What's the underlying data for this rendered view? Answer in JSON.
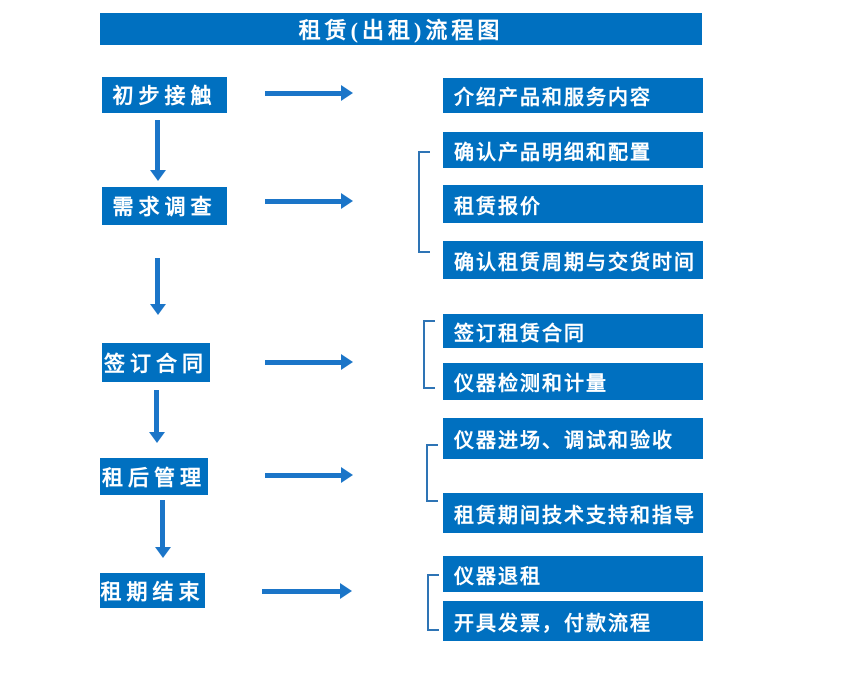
{
  "title": "租赁(出租)流程图",
  "colors": {
    "box_blue": "#0070C0",
    "arrow_blue": "#1B75C8",
    "bracket_blue": "#2E74B5",
    "text_white": "#FFFFFF",
    "page_bg": "#FFFFFF"
  },
  "steps": [
    {
      "label": "初步接触",
      "details": [
        "介绍产品和服务内容"
      ]
    },
    {
      "label": "需求调查",
      "details": [
        "确认产品明细和配置",
        "租赁报价",
        "确认租赁周期与交货时间"
      ]
    },
    {
      "label": "签订合同",
      "details": [
        "签订租赁合同",
        "仪器检测和计量"
      ]
    },
    {
      "label": "租后管理",
      "details": [
        "仪器进场、调试和验收",
        "租赁期间技术支持和指导"
      ]
    },
    {
      "label": "租期结束",
      "details": [
        "仪器退租",
        "开具发票，付款流程"
      ]
    }
  ]
}
